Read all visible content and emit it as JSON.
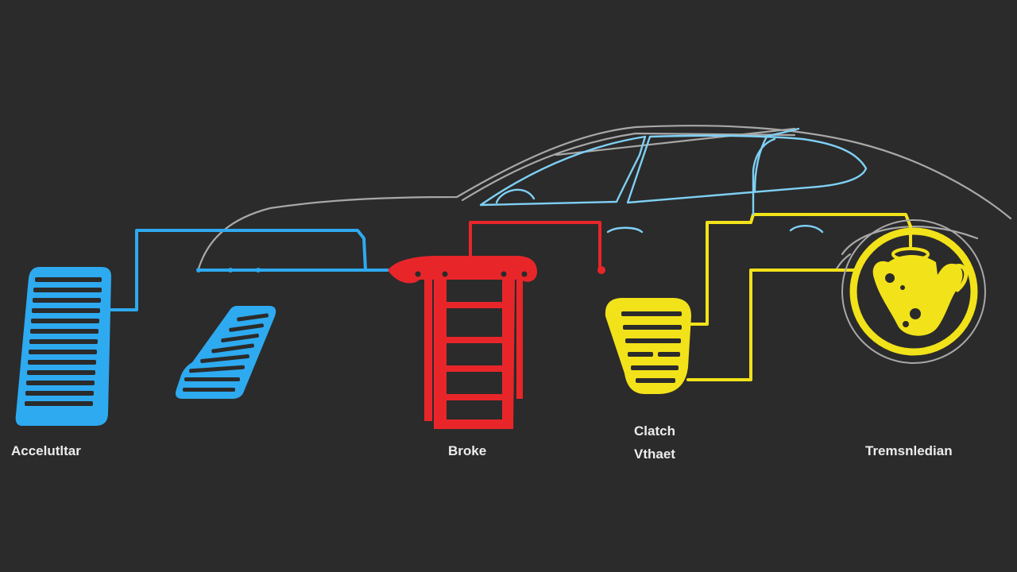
{
  "labels": {
    "accelerator": "Accelutltar",
    "brake": "Broke",
    "clutch_line1": "Clatch",
    "clutch_line2": "Vthaet",
    "transmission": "Tremsnledian"
  },
  "colors": {
    "background": "#2b2b2b",
    "car_outline": "#a8a8a8",
    "accelerator": "#2eaaf0",
    "brake": "#e8262a",
    "clutch": "#f2e21a",
    "window_outline": "#7fd0f5",
    "label_text": "#ececec"
  },
  "icons": {
    "accelerator_pedal": "accelerator-pedal-icon",
    "brake_pedal": "brake-assembly-icon",
    "clutch_pedal": "clutch-pedal-icon",
    "transmission": "transmission-icon"
  }
}
